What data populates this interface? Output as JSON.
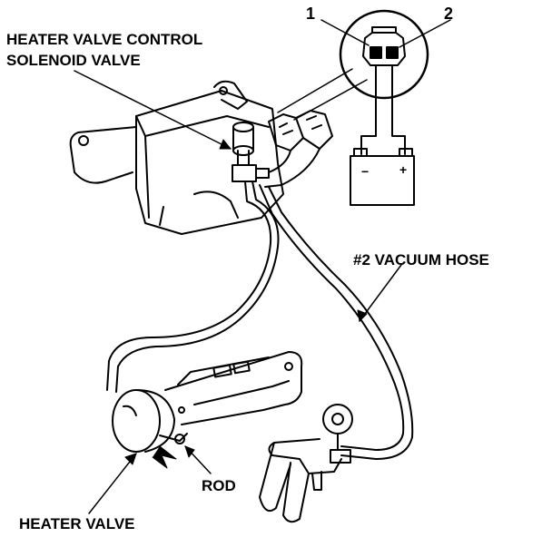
{
  "labels": {
    "solenoid_line1": "HEATER VALVE CONTROL",
    "solenoid_line2": "SOLENOID VALVE",
    "pin1": "1",
    "pin2": "2",
    "vacuum_hose": "#2 VACUUM HOSE",
    "rod": "ROD",
    "heater_valve": "HEATER VALVE",
    "battery_minus": "−",
    "battery_plus": "+"
  },
  "colors": {
    "ink": "#000000",
    "paper": "#ffffff"
  }
}
